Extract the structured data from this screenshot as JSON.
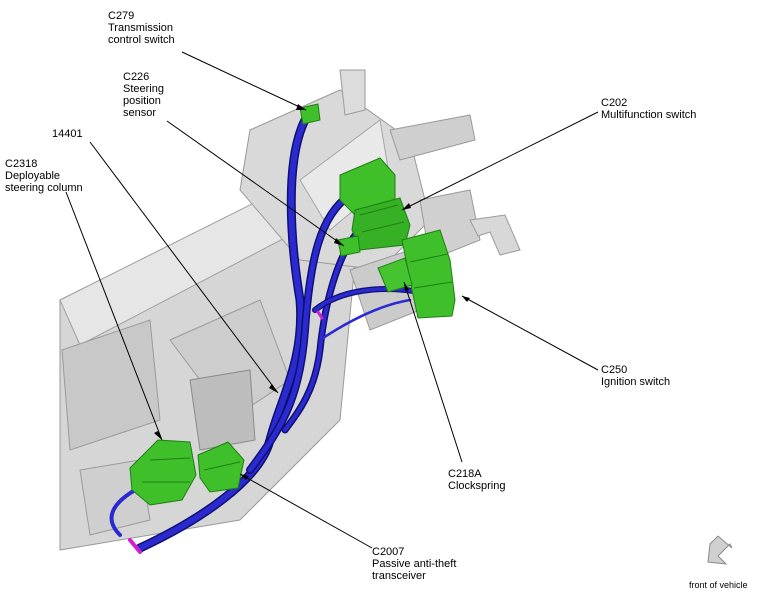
{
  "labels": {
    "c279": {
      "code": "C279",
      "lines": [
        "Transmission",
        "control switch"
      ]
    },
    "c226": {
      "code": "C226",
      "lines": [
        "Steering",
        "position",
        "sensor"
      ]
    },
    "c202": {
      "code": "C202",
      "lines": [
        "Multifunction switch"
      ]
    },
    "p14401": {
      "code": "14401",
      "lines": []
    },
    "c2318": {
      "code": "C2318",
      "lines": [
        "Deployable",
        "steering column"
      ]
    },
    "c250": {
      "code": "C250",
      "lines": [
        "Ignition switch"
      ]
    },
    "c218a": {
      "code": "C218A",
      "lines": [
        "Clockspring"
      ]
    },
    "c2007": {
      "code": "C2007",
      "lines": [
        "Passive anti-theft",
        "transceiver"
      ]
    }
  },
  "orientation": {
    "text": "front of vehicle",
    "icon": "arrow-down-left-icon"
  },
  "colors": {
    "column": "#d2d2d2",
    "column_edge": "#9a9a9a",
    "connector": "#3fbf2a",
    "connector_dark": "#1f7f14",
    "harness": "#2a2ad0",
    "harness_dark": "#101070",
    "leader": "#000000"
  }
}
